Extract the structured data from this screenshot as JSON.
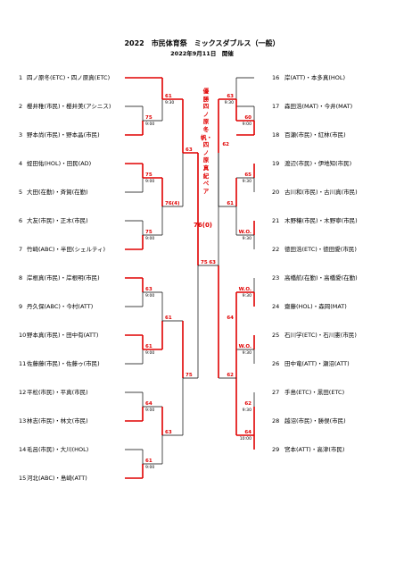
{
  "header": {
    "title": "2022　市民体育祭　ミックスダブルス（一般）",
    "date": "2022年9月11日　開催"
  },
  "champion": {
    "label": "優勝",
    "names": "四ノ原冬帆・四ノ原真紀ペア"
  },
  "final": {
    "score": "76(0)"
  },
  "left_players": [
    {
      "num": "1",
      "name": "四ノ原冬(ETC)・四ノ原真(ETC)"
    },
    {
      "num": "2",
      "name": "櫻井稚(市民)・櫻井美(アシニス)"
    },
    {
      "num": "3",
      "name": "野本尚(市民)・野本晶(市民)"
    },
    {
      "num": "4",
      "name": "蛭田佑(HOL)・田民(AD)"
    },
    {
      "num": "5",
      "name": "大田(在勤)・斉賀(在勤)"
    },
    {
      "num": "6",
      "name": "大友(市民)・正木(市民)"
    },
    {
      "num": "7",
      "name": "竹崎(ABC)・半田(シェルティ)"
    },
    {
      "num": "8",
      "name": "岸根真(市民)・岸根明(市民)"
    },
    {
      "num": "9",
      "name": "丹久保(ABC)・今村(ATT)"
    },
    {
      "num": "10",
      "name": "野本真(市民)・田中有(ATT)"
    },
    {
      "num": "11",
      "name": "佐藤藤(市民)・佐藤ゥ(市民)"
    },
    {
      "num": "12",
      "name": "平松(市民)・平真(市民)"
    },
    {
      "num": "13",
      "name": "林志(市民)・林文(市民)"
    },
    {
      "num": "14",
      "name": "毛呂(市民)・大川(HOL)"
    },
    {
      "num": "15",
      "name": "河北(ABC)・島崎(ATT)"
    }
  ],
  "right_players": [
    {
      "num": "16",
      "name": "岸(ATT)・本多真(HOL)"
    },
    {
      "num": "17",
      "name": "森田浩(MAT)・今井(MAT)"
    },
    {
      "num": "18",
      "name": "百瀬(市民)・紅林(市民)"
    },
    {
      "num": "19",
      "name": "渡辺(市民)・伊地知(市民)"
    },
    {
      "num": "20",
      "name": "古川和(市民)・古川真(市民)"
    },
    {
      "num": "21",
      "name": "木野穰(市民)・木野寧(市民)"
    },
    {
      "num": "22",
      "name": "徳田浩(ETC)・徳田愛(市民)"
    },
    {
      "num": "23",
      "name": "高橋航(在勤)・高橋愛(在勤)"
    },
    {
      "num": "24",
      "name": "齋藤(HOL)・森岡(MAT)"
    },
    {
      "num": "25",
      "name": "石川学(ETC)・石川憲(市民)"
    },
    {
      "num": "26",
      "name": "田中竜(ATT)・瀬沼(ATT)"
    },
    {
      "num": "27",
      "name": "手島(ETC)・黒田(ETC)"
    },
    {
      "num": "28",
      "name": "越沼(市民)・勝俣(市民)"
    },
    {
      "num": "29",
      "name": "宮本(ATT)・高津(市民)"
    }
  ],
  "left_matches": [
    {
      "id": "L2",
      "score": "75",
      "time": "9:00"
    },
    {
      "id": "L5",
      "score": "75",
      "time": "9:00"
    },
    {
      "id": "L7",
      "score": "75",
      "time": "9:00"
    },
    {
      "id": "L8",
      "score": "63",
      "time": "9:00"
    },
    {
      "id": "L10",
      "score": "61",
      "time": "9:00"
    },
    {
      "id": "L12",
      "score": "64",
      "time": "9:00"
    },
    {
      "id": "L14",
      "score": "61",
      "time": "9:00"
    },
    {
      "id": "L1",
      "score": "61",
      "time": "9:30"
    },
    {
      "id": "L4",
      "score": "76(4)",
      "time": ""
    },
    {
      "id": "L9",
      "score": "61",
      "time": ""
    },
    {
      "id": "L13",
      "score": "63",
      "time": ""
    },
    {
      "id": "LQ1",
      "score": "63",
      "time": ""
    },
    {
      "id": "LQ2",
      "score": "75",
      "time": ""
    },
    {
      "id": "LS",
      "score": "75",
      "time": ""
    }
  ],
  "right_matches": [
    {
      "id": "R17",
      "score": "60",
      "time": "9:00"
    },
    {
      "id": "R19",
      "score": "65",
      "time": "9:30"
    },
    {
      "id": "R21",
      "score": "W.O.",
      "time": "9:30"
    },
    {
      "id": "R23",
      "score": "W.O.",
      "time": "9:30"
    },
    {
      "id": "R25",
      "score": "W.O.",
      "time": "9:30"
    },
    {
      "id": "R27",
      "score": "62",
      "time": "9:30"
    },
    {
      "id": "R28",
      "score": "64",
      "time": "10:00"
    },
    {
      "id": "R16",
      "score": "63",
      "time": "9:30"
    },
    {
      "id": "R20",
      "score": "61",
      "time": ""
    },
    {
      "id": "R24",
      "score": "64",
      "time": ""
    },
    {
      "id": "RQ1",
      "score": "62",
      "time": ""
    },
    {
      "id": "RQ2",
      "score": "62",
      "time": ""
    },
    {
      "id": "RS",
      "score": "63",
      "time": ""
    }
  ]
}
